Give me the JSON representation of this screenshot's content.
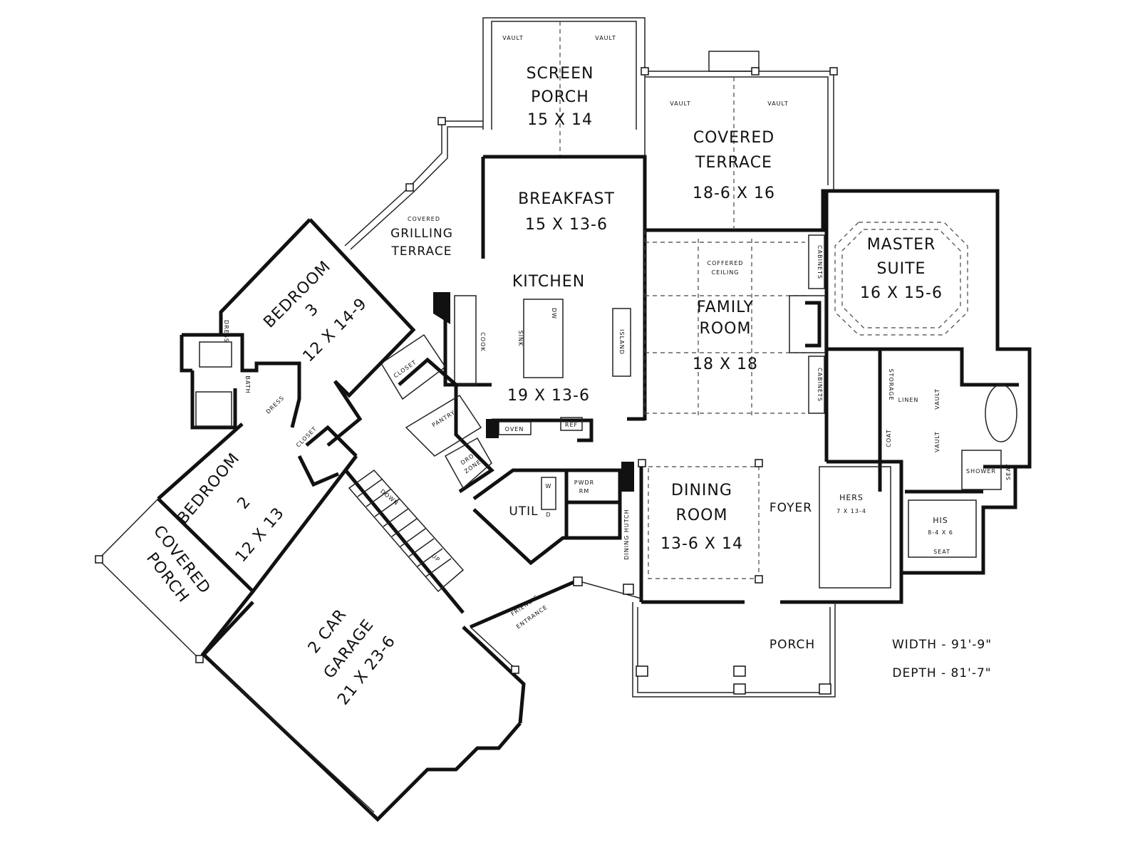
{
  "rooms": {
    "screen_porch": {
      "line1": "SCREEN",
      "line2": "PORCH",
      "size": "15 X 14"
    },
    "covered_terrace": {
      "line1": "COVERED",
      "line2": "TERRACE",
      "size": "18-6 X 16"
    },
    "breakfast": {
      "name": "BREAKFAST",
      "size": "15 X 13-6"
    },
    "grilling_terrace": {
      "line0": "COVERED",
      "line1": "GRILLING",
      "line2": "TERRACE"
    },
    "kitchen": {
      "name": "KITCHEN",
      "size": "19 X 13-6"
    },
    "family_room": {
      "line1": "FAMILY",
      "line2": "ROOM",
      "size": "18 X 18"
    },
    "master_suite": {
      "line1": "MASTER",
      "line2": "SUITE",
      "size": "16 X 15-6"
    },
    "bedroom3": {
      "line1": "BEDROOM",
      "line2": "3",
      "size": "12 X 14-9"
    },
    "bedroom2": {
      "line1": "BEDROOM",
      "line2": "2",
      "size": "12 X 13"
    },
    "covered_porch": {
      "line1": "COVERED",
      "line2": "PORCH"
    },
    "garage": {
      "line1": "2 CAR",
      "line2": "GARAGE",
      "size": "21 X 23-6"
    },
    "dining_room": {
      "line1": "DINING",
      "line2": "ROOM",
      "size": "13-6 X 14"
    },
    "foyer": {
      "name": "FOYER"
    },
    "porch": {
      "name": "PORCH"
    },
    "hers": {
      "name": "HERS",
      "size": "7 X 13-4"
    },
    "his": {
      "name": "HIS",
      "size": "8-4 X 6"
    }
  },
  "labels": {
    "vault": "VAULT",
    "coffered_line1": "COFFERED",
    "coffered_line2": "CEILING",
    "cabinets": "CABINETS",
    "island": "ISLAND",
    "sink": "SINK",
    "dw": "DW",
    "cook": "COOK",
    "closet": "CLOSET",
    "pantry": "PANTRY",
    "oven": "OVEN",
    "ref": "REF",
    "drop_line1": "DROP",
    "drop_line2": "ZONE",
    "dress": "DRESS",
    "bath": "BATH",
    "down": "DOWN",
    "up": "UP",
    "util": "UTIL",
    "w": "W",
    "d": "D",
    "pwdr_line1": "PWDR",
    "pwdr_line2": "RM",
    "dining_hutch": "DINING HUTCH",
    "friends_line1": "FRIEND'S",
    "friends_line2": "ENTRANCE",
    "storage": "STORAGE",
    "linen": "LINEN",
    "coat": "COAT",
    "shower": "SHOWER",
    "seat": "SEAT"
  },
  "dimensions": {
    "width": "WIDTH - 91'-9\"",
    "depth": "DEPTH - 81'-7\""
  }
}
